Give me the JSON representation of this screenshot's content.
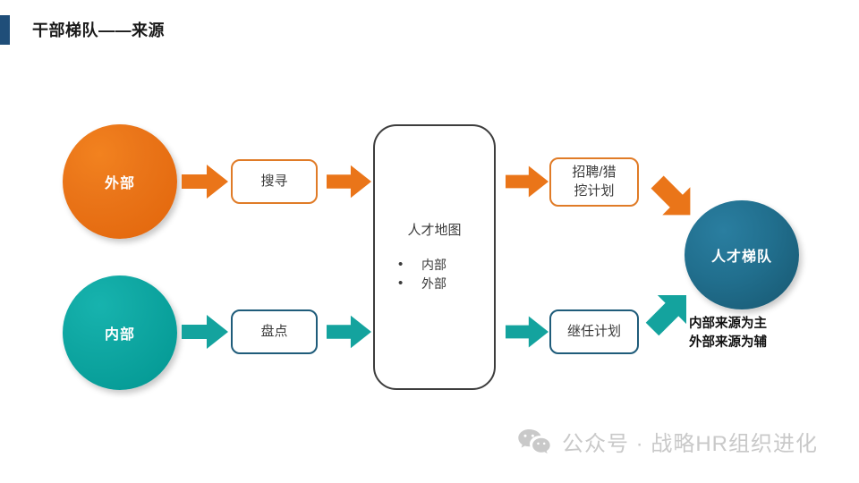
{
  "header": {
    "title": "干部梯队——来源",
    "accent_color": "#1f4e79"
  },
  "diagram": {
    "sources": [
      {
        "id": "external",
        "label": "外部",
        "color": "#ea7519"
      },
      {
        "id": "internal",
        "label": "内部",
        "color": "#0fa7a2"
      }
    ],
    "steps": [
      {
        "id": "search",
        "label": "搜寻",
        "color": "#e07b27"
      },
      {
        "id": "stocktake",
        "label": "盘点",
        "color": "#1f5c7a"
      }
    ],
    "center": {
      "title": "人才地图",
      "items": [
        "内部",
        "外部"
      ],
      "border_color": "#3d3d3d"
    },
    "plans": [
      {
        "id": "recruit",
        "line1": "招聘/猎",
        "line2": "挖计划",
        "color": "#e07b27"
      },
      {
        "id": "succession",
        "label": "继任计划",
        "color": "#1f5c7a"
      }
    ],
    "result": {
      "label": "人才梯队",
      "color": "#216f8e",
      "caption_line1": "内部来源为主",
      "caption_line2": "外部来源为辅"
    },
    "arrow_colors": {
      "orange": "#ea7519",
      "teal": "#14a39e"
    }
  },
  "watermark": {
    "icon": "wechat-icon",
    "text": "公众号 · 战略HR组织进化",
    "color": "#c9c9c9"
  }
}
